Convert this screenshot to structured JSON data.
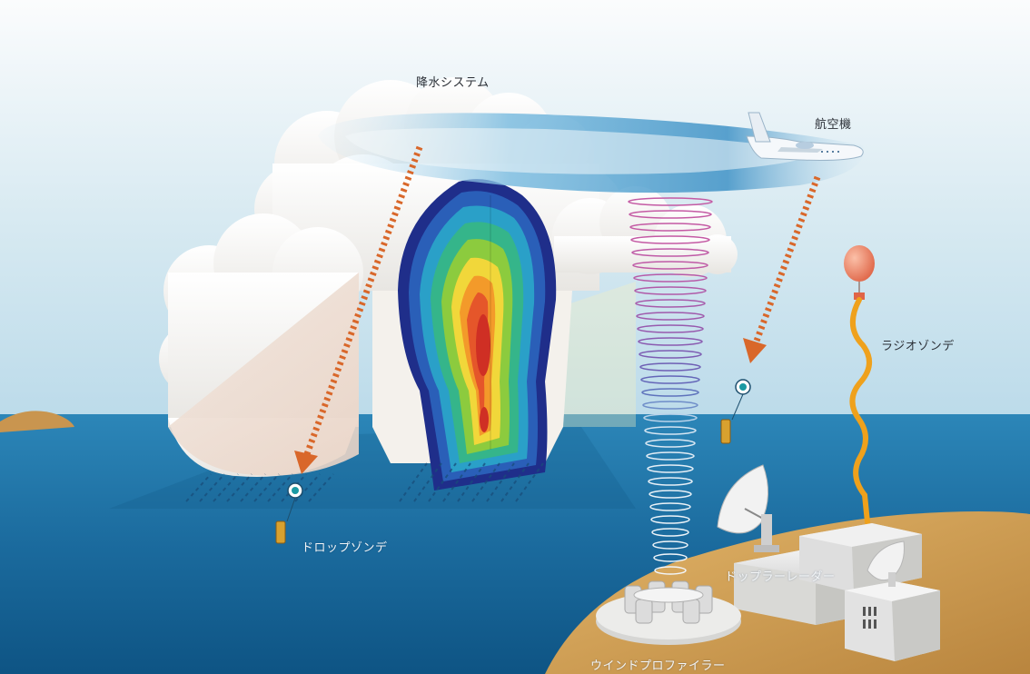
{
  "labels": {
    "precipitation_system": "降水システム",
    "aircraft": "航空機",
    "radiosonde": "ラジオゾンデ",
    "dropsonde": "ドロップゾンデ",
    "doppler_radar": "ドップラーレーダー",
    "wind_profiler": "ウインドプロファイラー"
  },
  "colors": {
    "sky_top": "#ffffff",
    "sky_bottom": "#bcdbea",
    "sea": "#1f6fa3",
    "land": "#d9a85c",
    "aircraft_path": "#4a9ccd",
    "drop_arrow": "#d9672a",
    "radiosonde_tether": "#f0a21c",
    "balloon": "#f2866a",
    "profiler_beam": "#b04aa5"
  },
  "icons": [
    "aircraft-icon",
    "balloon-icon",
    "radar-dish-icon",
    "dropsonde-icon",
    "cloud-icon"
  ]
}
